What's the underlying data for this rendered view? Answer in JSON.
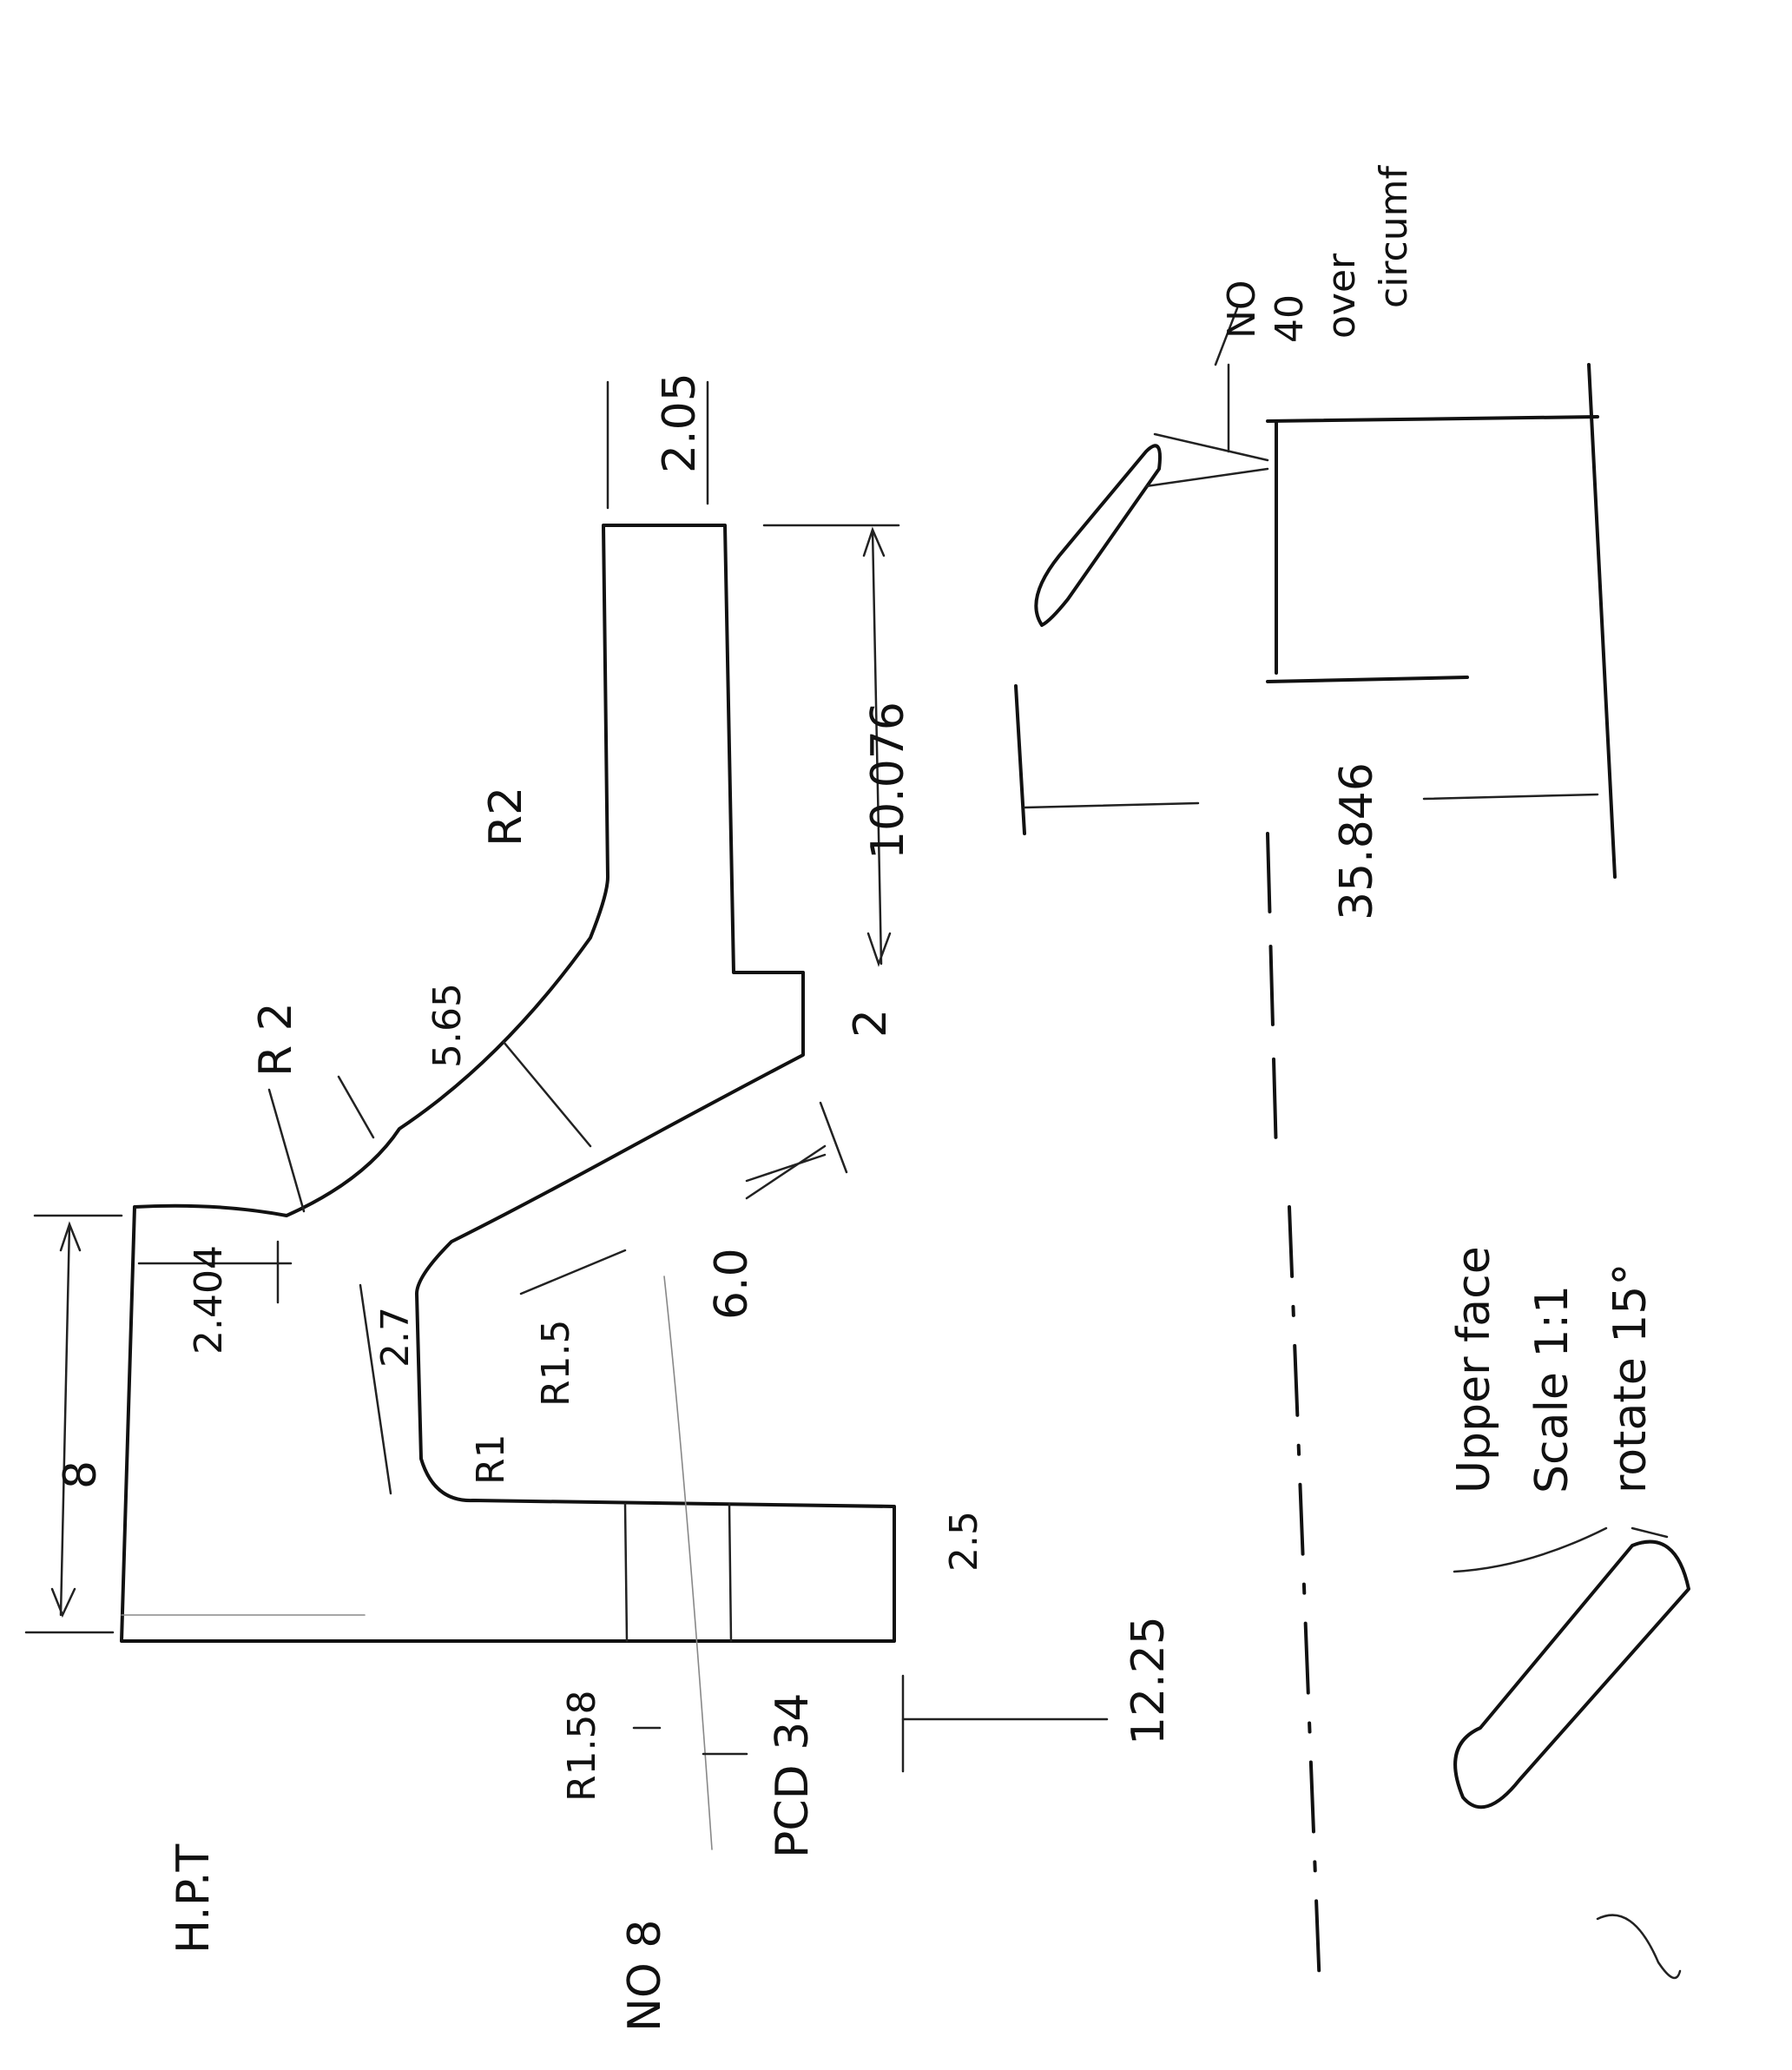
{
  "title": "H.P.T",
  "quantity_note": "NO 8",
  "dimensions": {
    "height_8": "8",
    "d_2404": "2.404",
    "r2_upper": "R 2",
    "len_565": "5.65",
    "r2_lower": "R2",
    "d_205": "2.05",
    "d_10076": "10.076",
    "d_2_step": "2",
    "d_60": "6.0",
    "r15": "R1.5",
    "d_27": "2.7",
    "r1": "R1",
    "d_25": "2.5",
    "d_1225": "12.25",
    "r158": "R1.58",
    "pcd": "PCD 34",
    "d_35846": "35.846"
  },
  "blade_note": {
    "line1": "NO",
    "line2": "40",
    "line3": "over",
    "line4": "circumf"
  },
  "view_note": {
    "line1": "Upper face",
    "line2": "Scale 1:1",
    "line3": "rotate 15°"
  }
}
